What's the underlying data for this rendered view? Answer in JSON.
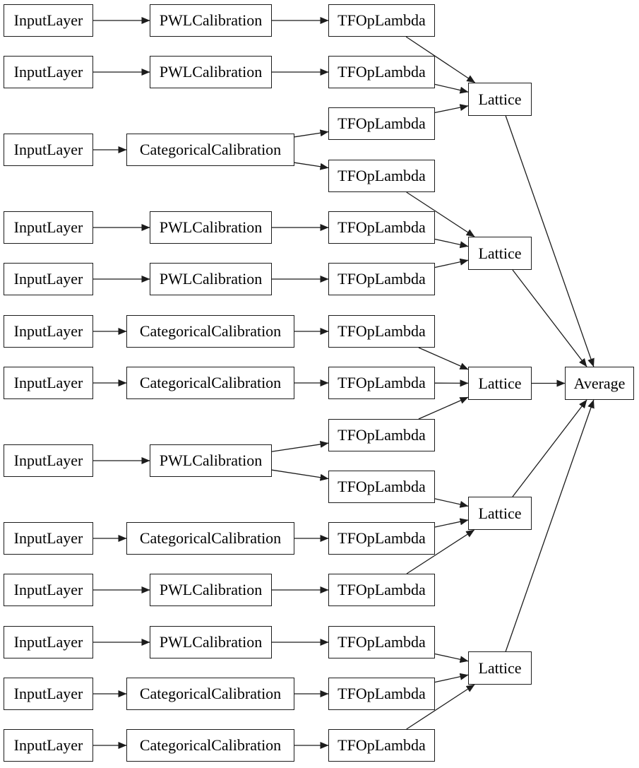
{
  "diagram": {
    "kind": "keras-model-plot",
    "colors": {
      "background": "#ffffff",
      "node_fill": "#ffffff",
      "node_border": "#1c1c1c",
      "edge": "#1c1c1c",
      "text": "#000000"
    },
    "nodes": [
      {
        "id": "input-1",
        "label": "InputLayer"
      },
      {
        "id": "pwl-1",
        "label": "PWLCalibration"
      },
      {
        "id": "tfop-1",
        "label": "TFOpLambda"
      },
      {
        "id": "input-2",
        "label": "InputLayer"
      },
      {
        "id": "pwl-2",
        "label": "PWLCalibration"
      },
      {
        "id": "tfop-2",
        "label": "TFOpLambda"
      },
      {
        "id": "input-3",
        "label": "InputLayer"
      },
      {
        "id": "cat-1",
        "label": "CategoricalCalibration"
      },
      {
        "id": "tfop-3",
        "label": "TFOpLambda"
      },
      {
        "id": "tfop-4",
        "label": "TFOpLambda"
      },
      {
        "id": "lattice-1",
        "label": "Lattice"
      },
      {
        "id": "input-4",
        "label": "InputLayer"
      },
      {
        "id": "pwl-3",
        "label": "PWLCalibration"
      },
      {
        "id": "tfop-5",
        "label": "TFOpLambda"
      },
      {
        "id": "input-5",
        "label": "InputLayer"
      },
      {
        "id": "pwl-4",
        "label": "PWLCalibration"
      },
      {
        "id": "tfop-6",
        "label": "TFOpLambda"
      },
      {
        "id": "lattice-2",
        "label": "Lattice"
      },
      {
        "id": "input-6",
        "label": "InputLayer"
      },
      {
        "id": "cat-2",
        "label": "CategoricalCalibration"
      },
      {
        "id": "tfop-7",
        "label": "TFOpLambda"
      },
      {
        "id": "input-7",
        "label": "InputLayer"
      },
      {
        "id": "cat-3",
        "label": "CategoricalCalibration"
      },
      {
        "id": "tfop-8",
        "label": "TFOpLambda"
      },
      {
        "id": "lattice-3",
        "label": "Lattice"
      },
      {
        "id": "input-8",
        "label": "InputLayer"
      },
      {
        "id": "pwl-5",
        "label": "PWLCalibration"
      },
      {
        "id": "tfop-9",
        "label": "TFOpLambda"
      },
      {
        "id": "tfop-10",
        "label": "TFOpLambda"
      },
      {
        "id": "input-9",
        "label": "InputLayer"
      },
      {
        "id": "cat-4",
        "label": "CategoricalCalibration"
      },
      {
        "id": "tfop-11",
        "label": "TFOpLambda"
      },
      {
        "id": "input-10",
        "label": "InputLayer"
      },
      {
        "id": "pwl-6",
        "label": "PWLCalibration"
      },
      {
        "id": "tfop-12",
        "label": "TFOpLambda"
      },
      {
        "id": "lattice-4",
        "label": "Lattice"
      },
      {
        "id": "input-11",
        "label": "InputLayer"
      },
      {
        "id": "pwl-7",
        "label": "PWLCalibration"
      },
      {
        "id": "tfop-13",
        "label": "TFOpLambda"
      },
      {
        "id": "input-12",
        "label": "InputLayer"
      },
      {
        "id": "cat-5",
        "label": "CategoricalCalibration"
      },
      {
        "id": "tfop-14",
        "label": "TFOpLambda"
      },
      {
        "id": "input-13",
        "label": "InputLayer"
      },
      {
        "id": "cat-6",
        "label": "CategoricalCalibration"
      },
      {
        "id": "tfop-15",
        "label": "TFOpLambda"
      },
      {
        "id": "lattice-5",
        "label": "Lattice"
      },
      {
        "id": "average",
        "label": "Average"
      }
    ],
    "edges": [
      {
        "from": "input-1",
        "to": "pwl-1"
      },
      {
        "from": "pwl-1",
        "to": "tfop-1"
      },
      {
        "from": "tfop-1",
        "to": "lattice-1"
      },
      {
        "from": "input-2",
        "to": "pwl-2"
      },
      {
        "from": "pwl-2",
        "to": "tfop-2"
      },
      {
        "from": "tfop-2",
        "to": "lattice-1"
      },
      {
        "from": "input-3",
        "to": "cat-1"
      },
      {
        "from": "cat-1",
        "to": "tfop-3"
      },
      {
        "from": "cat-1",
        "to": "tfop-4"
      },
      {
        "from": "tfop-3",
        "to": "lattice-1"
      },
      {
        "from": "tfop-4",
        "to": "lattice-2"
      },
      {
        "from": "input-4",
        "to": "pwl-3"
      },
      {
        "from": "pwl-3",
        "to": "tfop-5"
      },
      {
        "from": "tfop-5",
        "to": "lattice-2"
      },
      {
        "from": "input-5",
        "to": "pwl-4"
      },
      {
        "from": "pwl-4",
        "to": "tfop-6"
      },
      {
        "from": "tfop-6",
        "to": "lattice-2"
      },
      {
        "from": "input-6",
        "to": "cat-2"
      },
      {
        "from": "cat-2",
        "to": "tfop-7"
      },
      {
        "from": "tfop-7",
        "to": "lattice-3"
      },
      {
        "from": "input-7",
        "to": "cat-3"
      },
      {
        "from": "cat-3",
        "to": "tfop-8"
      },
      {
        "from": "tfop-8",
        "to": "lattice-3"
      },
      {
        "from": "input-8",
        "to": "pwl-5"
      },
      {
        "from": "pwl-5",
        "to": "tfop-9"
      },
      {
        "from": "pwl-5",
        "to": "tfop-10"
      },
      {
        "from": "tfop-9",
        "to": "lattice-3"
      },
      {
        "from": "tfop-10",
        "to": "lattice-4"
      },
      {
        "from": "input-9",
        "to": "cat-4"
      },
      {
        "from": "cat-4",
        "to": "tfop-11"
      },
      {
        "from": "tfop-11",
        "to": "lattice-4"
      },
      {
        "from": "input-10",
        "to": "pwl-6"
      },
      {
        "from": "pwl-6",
        "to": "tfop-12"
      },
      {
        "from": "tfop-12",
        "to": "lattice-4"
      },
      {
        "from": "input-11",
        "to": "pwl-7"
      },
      {
        "from": "pwl-7",
        "to": "tfop-13"
      },
      {
        "from": "tfop-13",
        "to": "lattice-5"
      },
      {
        "from": "input-12",
        "to": "cat-5"
      },
      {
        "from": "cat-5",
        "to": "tfop-14"
      },
      {
        "from": "tfop-14",
        "to": "lattice-5"
      },
      {
        "from": "input-13",
        "to": "cat-6"
      },
      {
        "from": "cat-6",
        "to": "tfop-15"
      },
      {
        "from": "tfop-15",
        "to": "lattice-5"
      },
      {
        "from": "lattice-1",
        "to": "average"
      },
      {
        "from": "lattice-2",
        "to": "average"
      },
      {
        "from": "lattice-3",
        "to": "average"
      },
      {
        "from": "lattice-4",
        "to": "average"
      },
      {
        "from": "lattice-5",
        "to": "average"
      }
    ]
  }
}
